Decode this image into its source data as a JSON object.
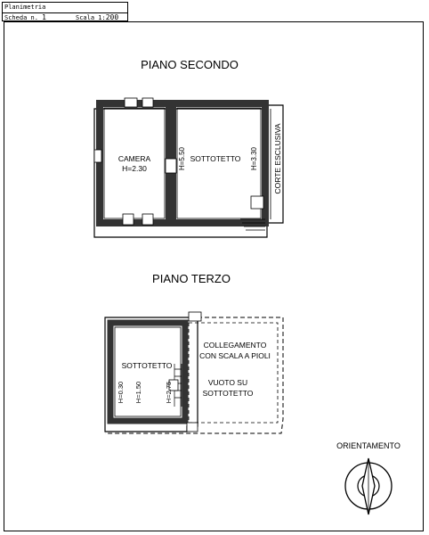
{
  "header": {
    "title": "Planimetria",
    "scheda_label": "Scheda n.",
    "scheda_value": "1",
    "scala_label": "Scala 1:",
    "scala_value": "200"
  },
  "floor_second": {
    "title": "PIANO SECONDO",
    "rooms": {
      "camera": "CAMERA",
      "camera_height": "H=2.30",
      "sottotetto": "SOTTOTETTO",
      "h_left": "H=5.50",
      "h_right": "H=3.30",
      "corte": "CORTE ESCLUSIVA"
    }
  },
  "floor_third": {
    "title": "PIANO TERZO",
    "rooms": {
      "sottotetto": "SOTTOTETTO",
      "h1": "H=0.30",
      "h2": "H=1.50",
      "h3": "H=2.75",
      "collegamento_1": "COLLEGAMENTO",
      "collegamento_2": "CON SCALA A PIOLI",
      "vuoto_1": "VUOTO SU",
      "vuoto_2": "SOTTOTETTO"
    }
  },
  "orientation": {
    "label": "ORIENTAMENTO"
  }
}
